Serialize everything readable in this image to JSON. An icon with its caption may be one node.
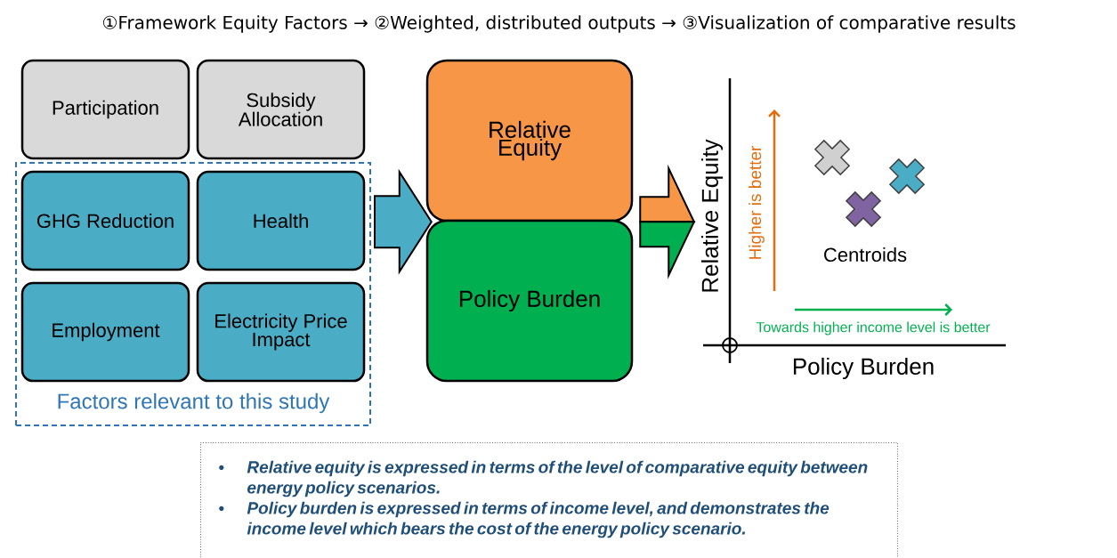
{
  "diagram": {
    "title": "①Framework Equity Factors → ②Weighted, distributed outputs → ③Visualization of comparative  results",
    "nodes": [
      {
        "text": [
          "Participation"
        ]
      },
      {
        "text": [
          "Subsidy Allocation"
        ]
      },
      {
        "text": [
          "Factors relevant to this study"
        ]
      },
      {
        "text": [
          "GHG Reduction"
        ],
        "in": 2
      },
      {
        "text": [
          "Health"
        ],
        "in": 2
      },
      {
        "text": [
          "Employment"
        ],
        "in": 2
      },
      {
        "text": [
          "Electricity Price Impact"
        ],
        "in": 2
      },
      {
        "text": [
          "Relative Equity"
        ]
      },
      {
        "text": [
          "Policy Burden"
        ]
      },
      {
        "text": [
          "Relative Equity",
          "Higher is better",
          "Centroids",
          "Towards higher income level is better",
          "Policy Burden"
        ]
      },
      {
        "text": [
          "Relative equity is expressed in terms of the level of comparative equity between energy policy scenarios.",
          "Policy burden is expressed in terms of income level, and demonstrates the income level which bears the cost of the energy policy scenario."
        ]
      }
    ],
    "edges": [
      {
        "from": 2,
        "to": 7,
        "arrow": "to",
        "color": "#4bacc6"
      },
      {
        "from": 2,
        "to": 8,
        "arrow": "to",
        "color": "#4bacc6"
      },
      {
        "from": 7,
        "to": 9,
        "arrow": "to",
        "color": "#f79646"
      },
      {
        "from": 8,
        "to": 9,
        "arrow": "to",
        "color": "#00b050"
      }
    ]
  }
}
